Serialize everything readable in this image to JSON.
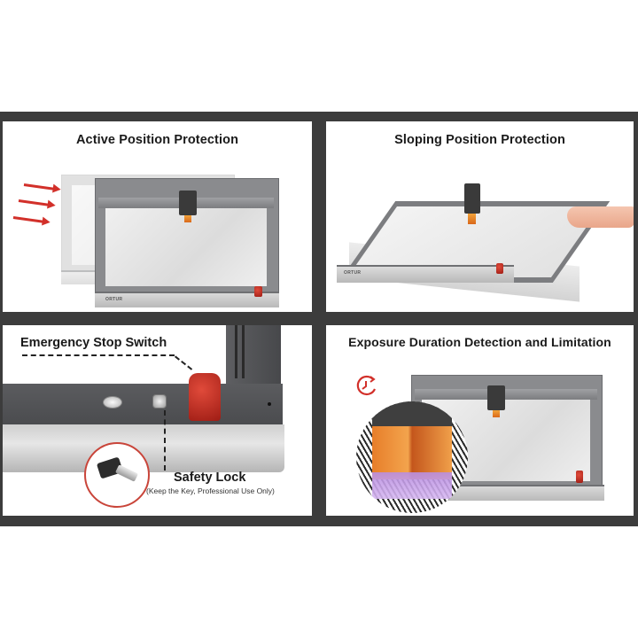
{
  "panels": [
    {
      "id": "active-position",
      "title": "Active Position Protection",
      "brand": "ORTUR",
      "arrows": 3,
      "accent": "#d2302a"
    },
    {
      "id": "sloping-position",
      "title": "Sloping Position Protection",
      "brand": "ORTUR"
    },
    {
      "id": "emergency-stop",
      "label_estop": "Emergency Stop Switch",
      "label_lock": "Safety Lock",
      "lock_note": "(Keep the Key, Professional Use Only)"
    },
    {
      "id": "exposure-duration",
      "title": "Exposure Duration Detection and Limitation",
      "icon": "timer-clock-icon",
      "accent": "#d2302a"
    }
  ],
  "colors": {
    "frame": "#3c3c3c",
    "panel_bg": "#ffffff",
    "accent_red": "#d2302a",
    "text": "#1a1a1a"
  }
}
